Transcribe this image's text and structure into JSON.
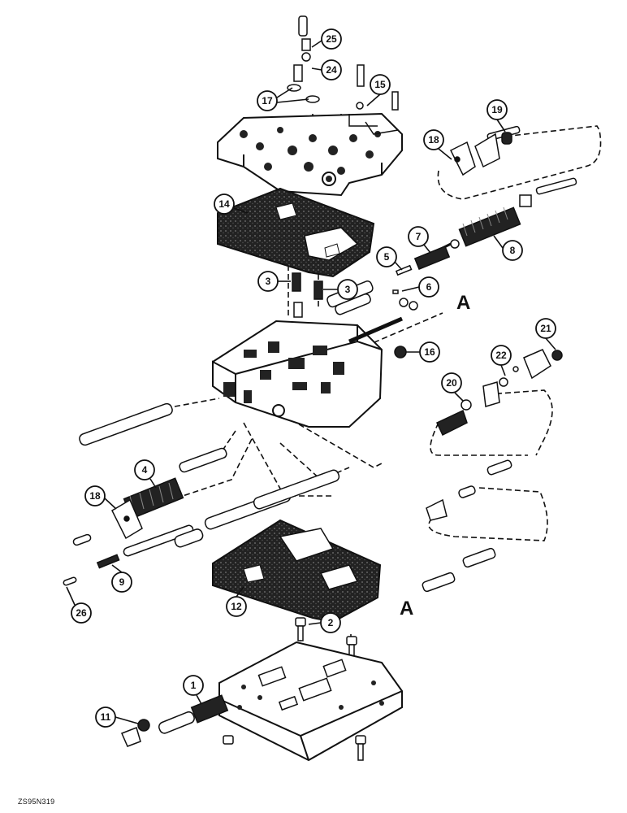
{
  "figure_code": "ZS95N319",
  "section_markers": [
    "A",
    "A"
  ],
  "callouts": {
    "c1": "1",
    "c2": "2",
    "c3a": "3",
    "c3b": "3",
    "c4": "4",
    "c5": "5",
    "c6": "6",
    "c7": "7",
    "c8": "8",
    "c9": "9",
    "c11": "11",
    "c12": "12",
    "c14": "14",
    "c15": "15",
    "c16": "16",
    "c17": "17",
    "c18a": "18",
    "c18b": "18",
    "c19": "19",
    "c20": "20",
    "c21": "21",
    "c22": "22",
    "c24": "24",
    "c25": "25",
    "c26": "26"
  }
}
